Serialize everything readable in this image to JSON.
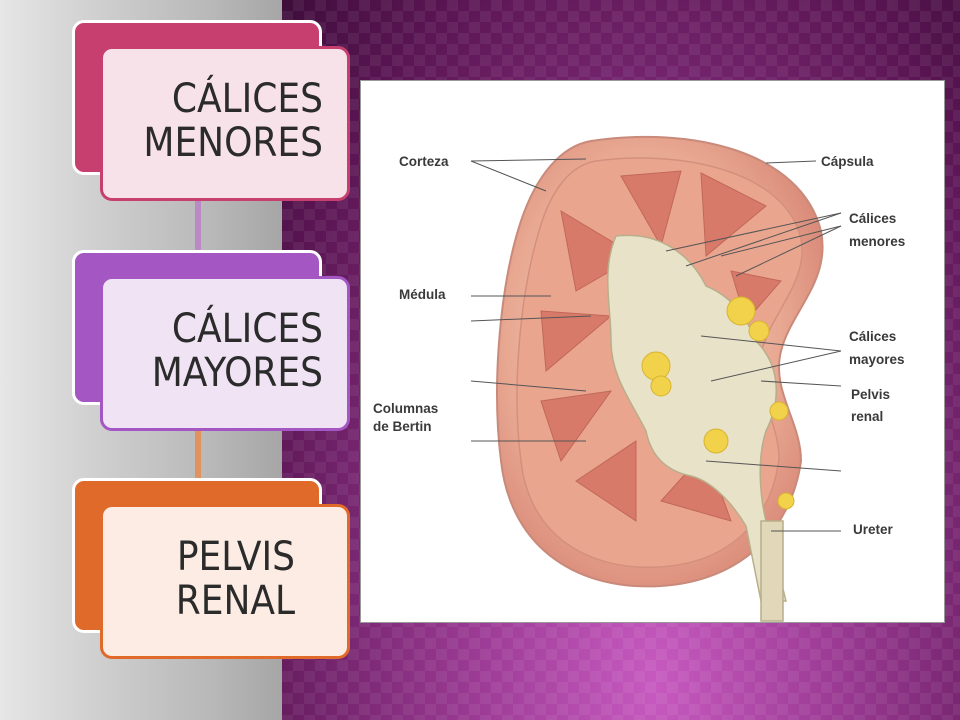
{
  "cards": [
    {
      "label": "CÁLICES\nMENORES",
      "accent": "#c33b6b",
      "tint": "#f6dde6",
      "text_color": "#2b2b2b"
    },
    {
      "label": "CÁLICES\nMAYORES",
      "accent": "#9a4fb8",
      "tint": "#ede0f3",
      "text_color": "#2b2b2b"
    },
    {
      "label": "PELVIS\nRENAL",
      "accent": "#e06a2a",
      "tint": "#fbe9df",
      "text_color": "#2b2b2b"
    }
  ],
  "diagram": {
    "labels": {
      "corteza": "Corteza",
      "medula": "Médula",
      "columnas": "Columnas\nde Bertin",
      "capsula": "Cápsula",
      "calices_menores": "Cálices\nmenores",
      "calices_mayores": "Cálices\nmayores",
      "pelvis_renal": "Pelvis\nrenal",
      "ureter": "Ureter"
    }
  }
}
